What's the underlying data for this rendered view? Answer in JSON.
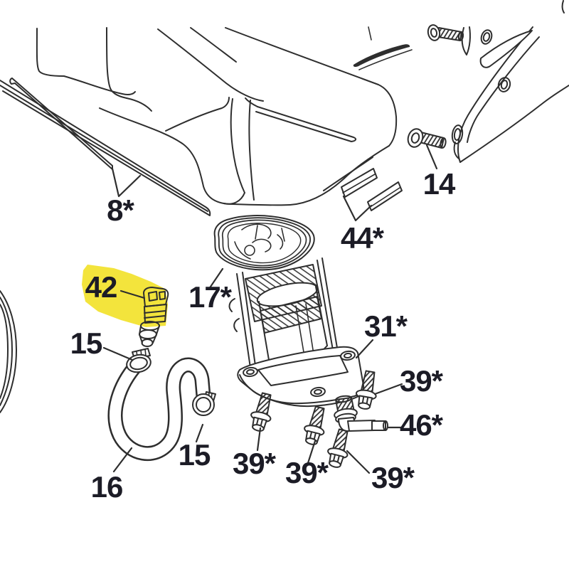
{
  "diagram": {
    "kind": "exploded-parts-diagram",
    "subject": "fuel-tank-and-fuel-pump-assembly",
    "highlighted_label": "42"
  },
  "colors": {
    "background": "#ffffff",
    "line": "#2e2e2e",
    "label_text": "#1c1c26",
    "highlight": "#f3e43c"
  },
  "labels": [
    {
      "id": "8",
      "text": "8*"
    },
    {
      "id": "14",
      "text": "14"
    },
    {
      "id": "44",
      "text": "44*"
    },
    {
      "id": "17",
      "text": "17*"
    },
    {
      "id": "42",
      "text": "42"
    },
    {
      "id": "15-upper",
      "text": "15"
    },
    {
      "id": "16",
      "text": "16"
    },
    {
      "id": "15-lower",
      "text": "15"
    },
    {
      "id": "31",
      "text": "31*"
    },
    {
      "id": "39-right",
      "text": "39*"
    },
    {
      "id": "46",
      "text": "46*"
    },
    {
      "id": "39-left",
      "text": "39*"
    },
    {
      "id": "39-middle",
      "text": "39*"
    },
    {
      "id": "39-bottom",
      "text": "39*"
    }
  ]
}
